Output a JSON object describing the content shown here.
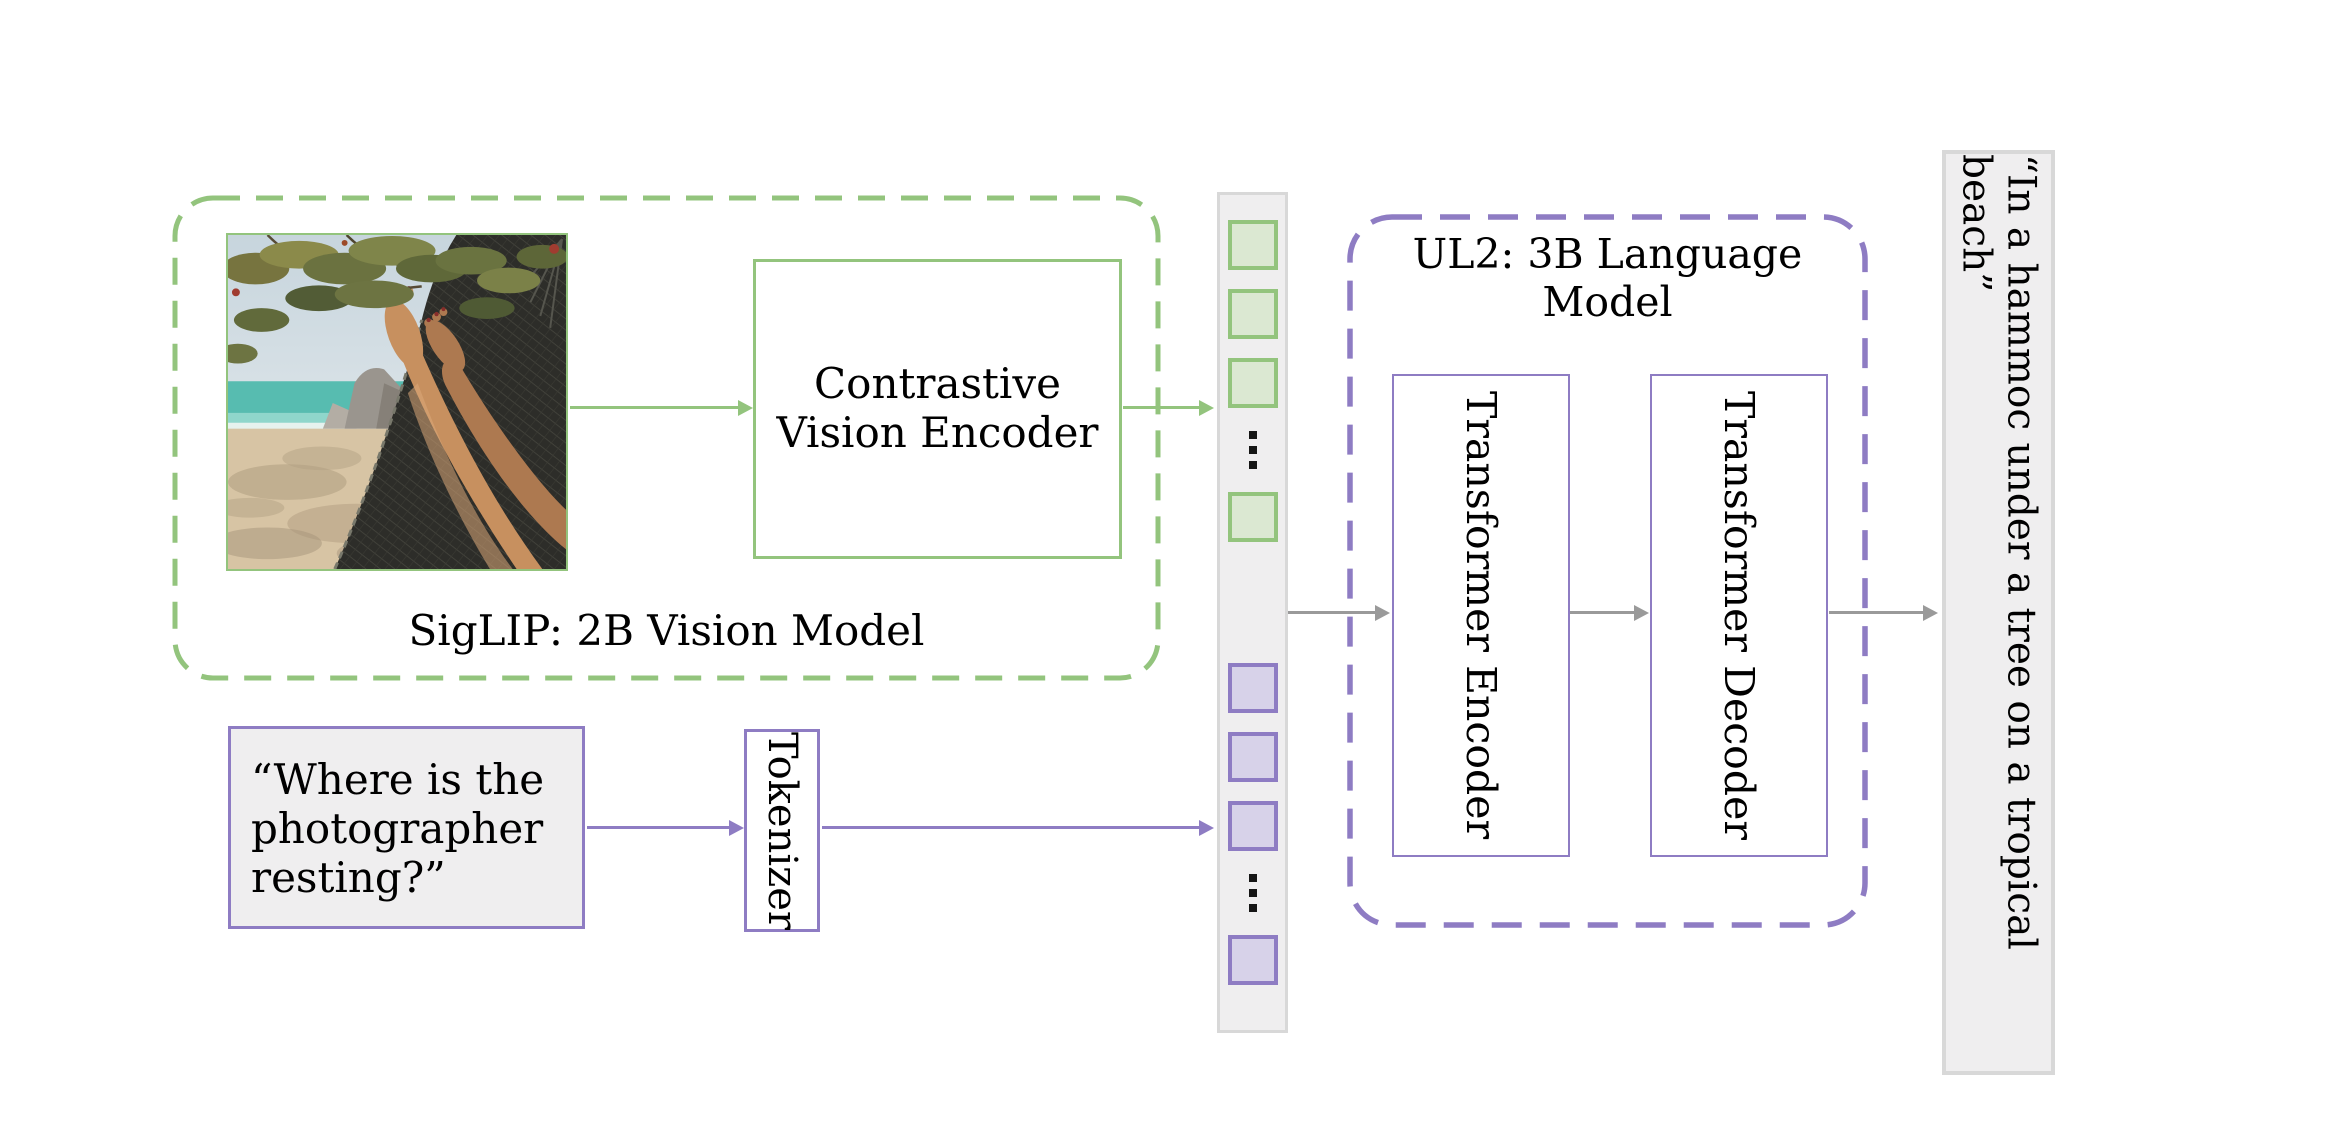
{
  "colors": {
    "green": "#93c47d",
    "green_fill": "#dbe8d2",
    "purple": "#8e7cc3",
    "purple_fill": "#d7d2e9",
    "gray_fill": "#efeeef",
    "gray_border": "#d8d8d8",
    "arrow_gray": "#9a9a9a",
    "text": "#000000",
    "background": "#ffffff"
  },
  "vision_module": {
    "label": "SigLIP: 2B Vision Model",
    "encoder_label": "Contrastive\nVision Encoder"
  },
  "text_input": {
    "value": "“Where is the\nphotographer\nresting?”"
  },
  "tokenizer": {
    "label": "Tokenizer"
  },
  "token_column": {
    "vision_token_count": 4,
    "text_token_count": 4
  },
  "language_module": {
    "title": "UL2: 3B Language Model",
    "encoder_label": "Transformer Encoder",
    "decoder_label": "Transformer Decoder"
  },
  "output": {
    "text": "“In a hammoc under a tree on a tropical beach”"
  }
}
